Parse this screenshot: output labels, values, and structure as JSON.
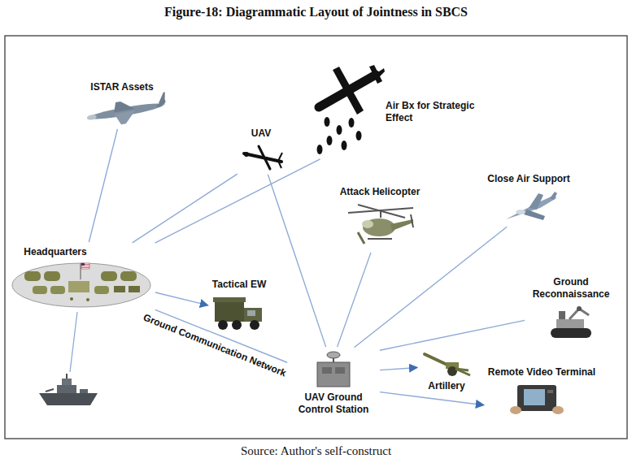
{
  "diagram": {
    "title": "Figure-18: Diagrammatic Layout of Jointness in SBCS",
    "caption": "Source: Author's self-construct",
    "nodes": [
      {
        "text": [
          "ISTAR Assets"
        ]
      },
      {
        "text": [
          "Air Bx for Strategic Effect"
        ]
      },
      {
        "text": [
          "UAV"
        ]
      },
      {
        "text": [
          "Close Air Support"
        ]
      },
      {
        "text": [
          "Attack Helicopter"
        ]
      },
      {
        "text": [
          "Headquarters"
        ]
      },
      {
        "text": [
          "Tactical EW"
        ]
      },
      {
        "text": [
          "Ground Reconnaissance"
        ]
      },
      {
        "text": [
          "Remote Video Terminal"
        ]
      },
      {
        "text": [
          "UAV Ground Control Station"
        ]
      },
      {
        "text": [
          "Artillery"
        ]
      }
    ],
    "edges": [
      {
        "from": 5,
        "to": 0,
        "arrow": "none"
      },
      {
        "from": 5,
        "to": 2,
        "arrow": "none"
      },
      {
        "from": 5,
        "to": 1,
        "arrow": "none"
      },
      {
        "from": 5,
        "to": 6,
        "arrow": "to"
      },
      {
        "from": 5,
        "to": 9,
        "label": "Ground Communication Network",
        "arrow": "none"
      },
      {
        "from": 2,
        "to": 9,
        "arrow": "none"
      },
      {
        "from": 9,
        "to": 4,
        "arrow": "none"
      },
      {
        "from": 9,
        "to": 3,
        "arrow": "none"
      },
      {
        "from": 9,
        "to": 7,
        "arrow": "none"
      },
      {
        "from": 9,
        "to": 10,
        "arrow": "to"
      },
      {
        "from": 9,
        "to": 8,
        "arrow": "to"
      }
    ]
  }
}
